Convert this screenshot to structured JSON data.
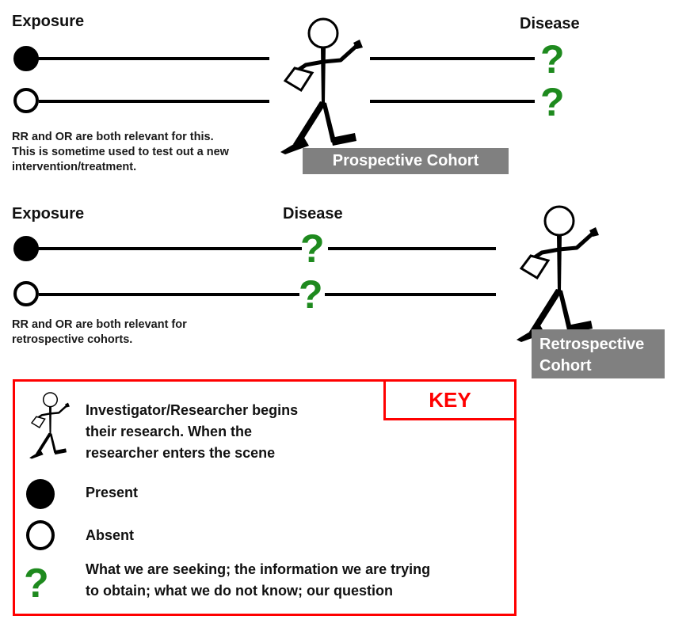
{
  "colors": {
    "line": "#000000",
    "question": "#1e8a1e",
    "label_box": "#808080",
    "key_border": "#ff0000"
  },
  "prospective": {
    "exposure_heading": "Exposure",
    "disease_heading": "Disease",
    "rows": [
      {
        "exposure": "present",
        "icon": "filled-circle",
        "outcome": "?"
      },
      {
        "exposure": "absent",
        "icon": "empty-circle",
        "outcome": "?"
      }
    ],
    "note_lines": [
      "RR and OR are both relevant for this.",
      "This is sometime used to test out a new",
      "intervention/treatment."
    ],
    "label": "Prospective Cohort"
  },
  "retrospective": {
    "exposure_heading": "Exposure",
    "disease_heading": "Disease",
    "rows": [
      {
        "exposure": "present",
        "icon": "filled-circle",
        "outcome": "?"
      },
      {
        "exposure": "absent",
        "icon": "empty-circle",
        "outcome": "?"
      }
    ],
    "note_lines": [
      "RR and OR are both relevant for",
      "retrospective cohorts."
    ],
    "label_lines": [
      "Retrospective",
      "Cohort"
    ]
  },
  "key": {
    "title": "KEY",
    "items": [
      {
        "icon": "researcher-stick-figure-icon",
        "lines": [
          "Investigator/Researcher begins",
          "their research. When the",
          "researcher enters the scene"
        ]
      },
      {
        "icon": "filled-circle-icon",
        "lines": [
          "Present"
        ]
      },
      {
        "icon": "empty-circle-icon",
        "lines": [
          "Absent"
        ]
      },
      {
        "icon": "question-mark-icon",
        "glyph": "?",
        "lines": [
          "What we are seeking; the information we are trying",
          "to obtain; what we do not know; our question"
        ]
      }
    ]
  }
}
